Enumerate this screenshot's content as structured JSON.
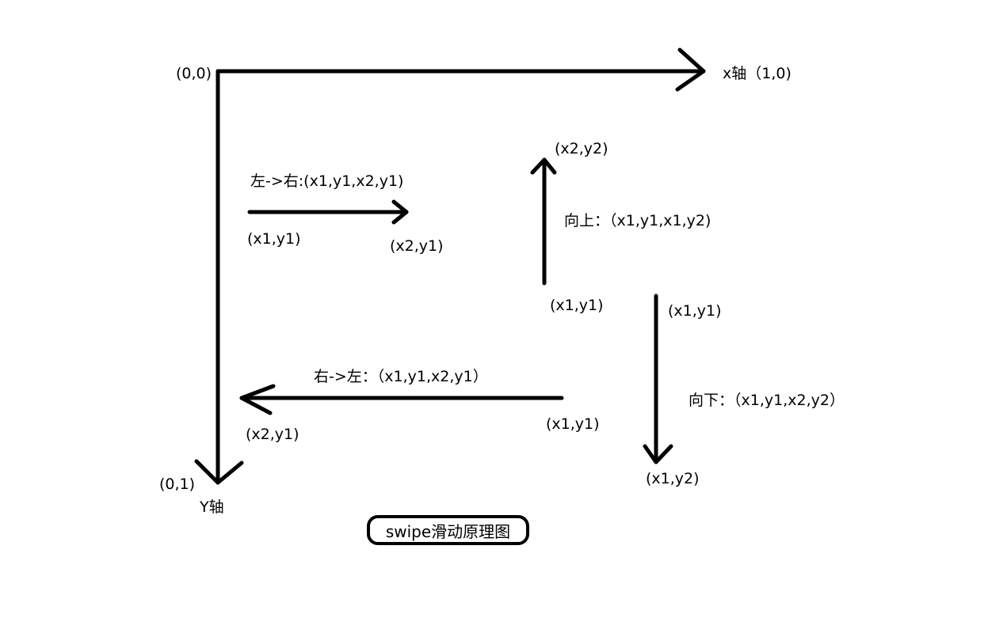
{
  "diagram": {
    "title": "swipe滑动原理图",
    "stroke_color": "#000000",
    "background": "#ffffff",
    "axes": {
      "origin_label": "(0,0)",
      "x_axis_label": "x轴（1,0)",
      "y_end_label": "(0,1)",
      "y_axis_label": "Y轴"
    },
    "swipes": {
      "left_to_right": {
        "caption": "左->右:(x1,y1,x2,y1)",
        "start_label": "(x1,y1)",
        "end_label": "(x2,y1)"
      },
      "up": {
        "caption": "向上：（x1,y1,x1,y2)",
        "start_label": "(x1,y1)",
        "end_label": "(x2,y2)"
      },
      "down": {
        "caption": "向下：（x1,y1,x2,y2）",
        "start_label": "(x1,y1)",
        "end_label": "(x1,y2)"
      },
      "right_to_left": {
        "caption": "右->左：（x1,y1,x2,y1）",
        "start_label": "(x1,y1)",
        "end_label": "(x2,y1)"
      }
    }
  }
}
